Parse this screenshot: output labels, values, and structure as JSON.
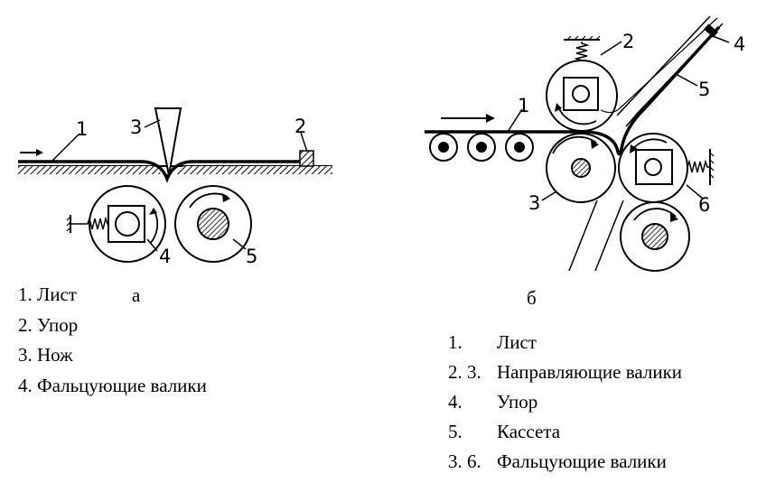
{
  "fig_a": {
    "callouts": [
      "1",
      "2",
      "3",
      "4",
      "5"
    ],
    "caption": "а",
    "legend": [
      "1. Лист",
      "2. Упор",
      "3. Нож",
      "4. Фальцующие валики"
    ]
  },
  "fig_b": {
    "callouts": [
      "1",
      "2",
      "3",
      "4",
      "5",
      "6"
    ],
    "caption": "б",
    "legend": [
      {
        "num": "1.",
        "text": "Лист"
      },
      {
        "num": "2. 3.",
        "text": "Направляющие валики"
      },
      {
        "num": "4.",
        "text": "Упор"
      },
      {
        "num": "5.",
        "text": "Кассета"
      },
      {
        "num": "3. 6.",
        "text": "Фальцующие валики"
      }
    ]
  }
}
